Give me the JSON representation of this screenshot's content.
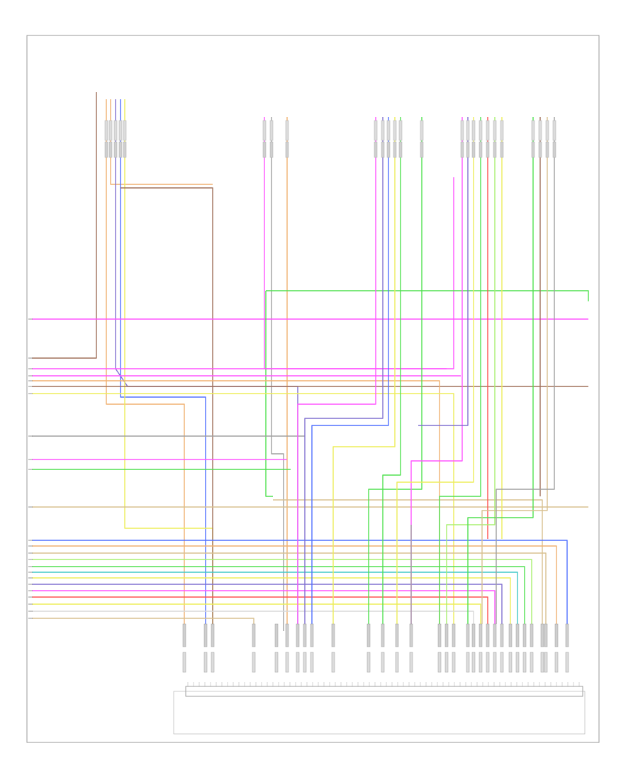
{
  "page": {
    "footer_code": ""
  },
  "colors": {
    "pink": "#ff55ff",
    "orange": "#f0b070",
    "brown": "#a0705a",
    "violet": "#8070d0",
    "blue": "#5070ff",
    "yellow": "#eded5a",
    "green": "#50e050",
    "lightgreen": "#a8f070",
    "grey": "#a0a0a0",
    "tan": "#d8c090",
    "red": "#ff5050",
    "cyan": "#40c8c8",
    "white": "#d8d8d8",
    "darkgreen": "#208840"
  },
  "components": [],
  "wires": [
    {
      "color": "pink"
    },
    {
      "color": "orange"
    },
    {
      "color": "brown"
    },
    {
      "color": "violet"
    },
    {
      "color": "blue"
    },
    {
      "color": "yellow"
    },
    {
      "color": "green"
    },
    {
      "color": "lightgreen"
    },
    {
      "color": "grey"
    },
    {
      "color": "tan"
    },
    {
      "color": "red"
    },
    {
      "color": "cyan"
    },
    {
      "color": "white"
    },
    {
      "color": "darkgreen"
    }
  ]
}
